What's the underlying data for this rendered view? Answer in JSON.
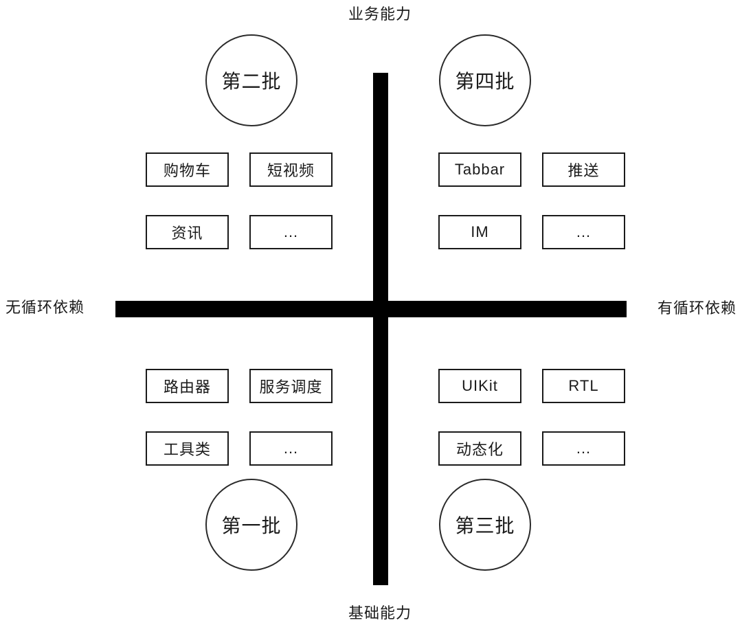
{
  "axes": {
    "top_label": "业务能力",
    "bottom_label": "基础能力",
    "left_label": "无循环依赖",
    "right_label": "有循环依赖"
  },
  "quadrants": [
    {
      "position": "top-left",
      "batch": "第二批",
      "boxes": [
        "购物车",
        "短视频",
        "资讯",
        "..."
      ]
    },
    {
      "position": "top-right",
      "batch": "第四批",
      "boxes": [
        "Tabbar",
        "推送",
        "IM",
        "..."
      ]
    },
    {
      "position": "bottom-left",
      "batch": "第一批",
      "boxes": [
        "路由器",
        "服务调度",
        "工具类",
        "..."
      ]
    },
    {
      "position": "bottom-right",
      "batch": "第三批",
      "boxes": [
        "UIKit",
        "RTL",
        "动态化",
        "..."
      ]
    }
  ],
  "colors": {
    "background": "#ffffff",
    "axis_line": "#000000",
    "box_border": "#1a1a1a",
    "circle_border": "#2b2b2b",
    "text": "#1a1a1a"
  }
}
